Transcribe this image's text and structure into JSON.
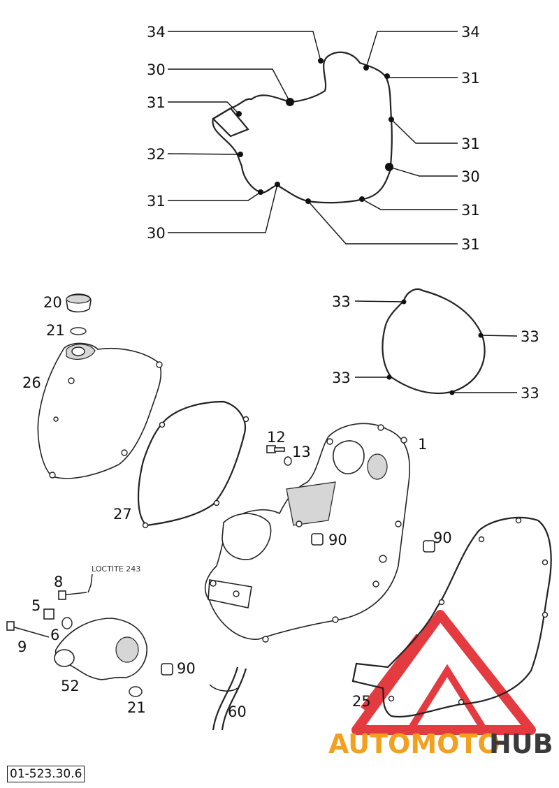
{
  "callouts": {
    "c34a": "34",
    "c34b": "34",
    "c30a": "30",
    "c31a": "31",
    "c32": "32",
    "c31b": "31",
    "c30b": "30",
    "c31c": "31",
    "c31d": "31",
    "c30c": "30",
    "c31e": "31",
    "c31f": "31",
    "c33a": "33",
    "c33b": "33",
    "c33c": "33",
    "c33d": "33",
    "c20": "20",
    "c21a": "21",
    "c26": "26",
    "c27": "27",
    "c12": "12",
    "c13": "13",
    "c1": "1",
    "c90a": "90",
    "c90b": "90",
    "c90c": "90",
    "c8": "8",
    "c5": "5",
    "c6": "6",
    "c9": "9",
    "c52": "52",
    "c21b": "21",
    "c60": "60",
    "c25": "25"
  },
  "note_loctite": "LOCTITE 243",
  "reference_number": "01-523.30.6",
  "watermark": {
    "part1": "AUTOMOTO",
    "part2": "HUB",
    "color_part1": "#f2a01e",
    "color_part2": "#3a3a3a",
    "logo_color": "#e0262b"
  }
}
